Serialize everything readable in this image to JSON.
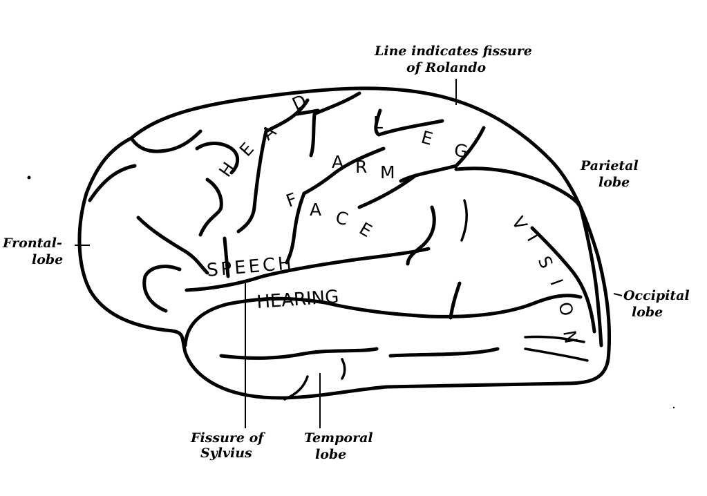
{
  "labels": {
    "rolando": [
      "Line indicates fissure",
      "of Rolando"
    ],
    "parietal": [
      "Parietal",
      "lobe"
    ],
    "frontal": [
      "Frontal-",
      "lobe"
    ],
    "occipital": [
      "Occipital",
      "lobe"
    ],
    "sylvius": [
      "Fissure of",
      "Sylvius"
    ],
    "temporal": [
      "Temporal",
      "lobe"
    ]
  },
  "regions": {
    "head": [
      "H",
      "E",
      "A",
      "D"
    ],
    "leg": [
      "L",
      "E",
      "G"
    ],
    "arm": [
      "A",
      "R",
      "M"
    ],
    "face": [
      "F",
      "A",
      "C",
      "E"
    ],
    "speech": "SPEECH",
    "hearing": "HEARING",
    "vision": [
      "V",
      "I",
      "S",
      "I",
      "O",
      "N"
    ]
  }
}
